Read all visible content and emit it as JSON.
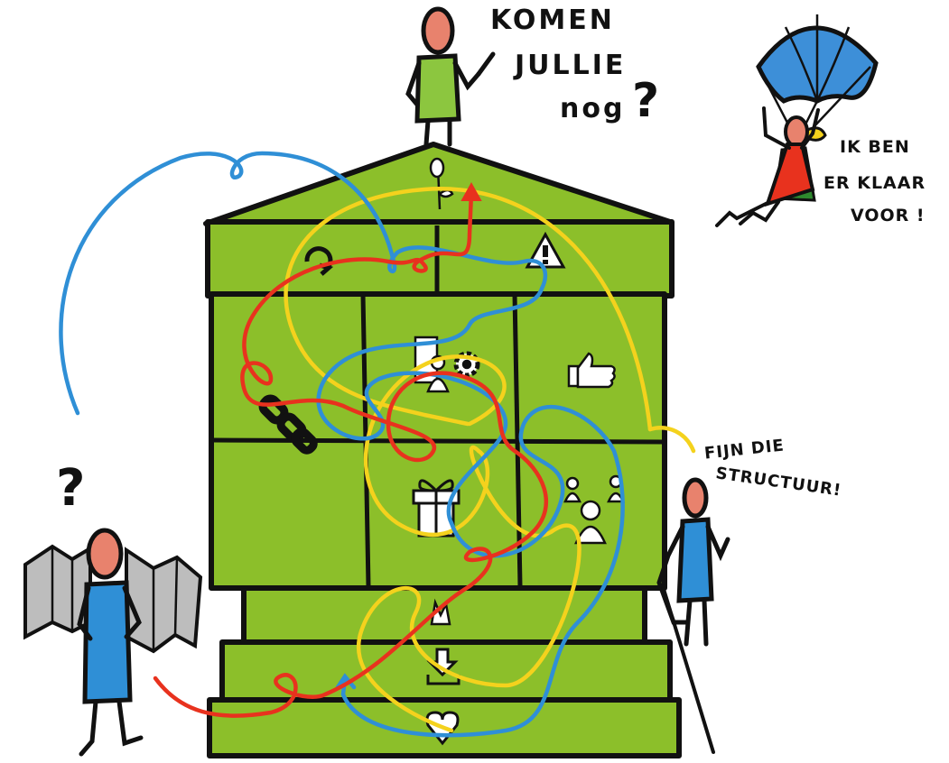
{
  "speech": {
    "top_line1": "KOMEN",
    "top_line2": "JULLIE",
    "top_line3": "NOG",
    "top_mark": "?",
    "right_line1": "IK BEN",
    "right_line2": "ER KLAAR",
    "right_line3": "VOOR !",
    "side_line1": "FIJN DIE",
    "side_line2": "STRUCTUUR!",
    "left_mark": "?"
  },
  "colors": {
    "cabinet": "#8cbf2a",
    "outline": "#111111",
    "person_green": "#8cc63f",
    "person_blue": "#2f8fd6",
    "face": "#e8826d",
    "thread_red": "#e8321e",
    "thread_yellow": "#f4d21d",
    "thread_blue": "#2f8fd6",
    "parachute": "#3d8fd8",
    "dress": "#e8321e",
    "map": "#bdbdbd"
  },
  "icons": [
    "plant-icon",
    "cycle-icon",
    "warning-icon",
    "link-icon",
    "people-gear-icon",
    "thumbs-up-icon",
    "gift-icon",
    "group-icon",
    "grass-icon",
    "download-icon",
    "heart-icon"
  ]
}
